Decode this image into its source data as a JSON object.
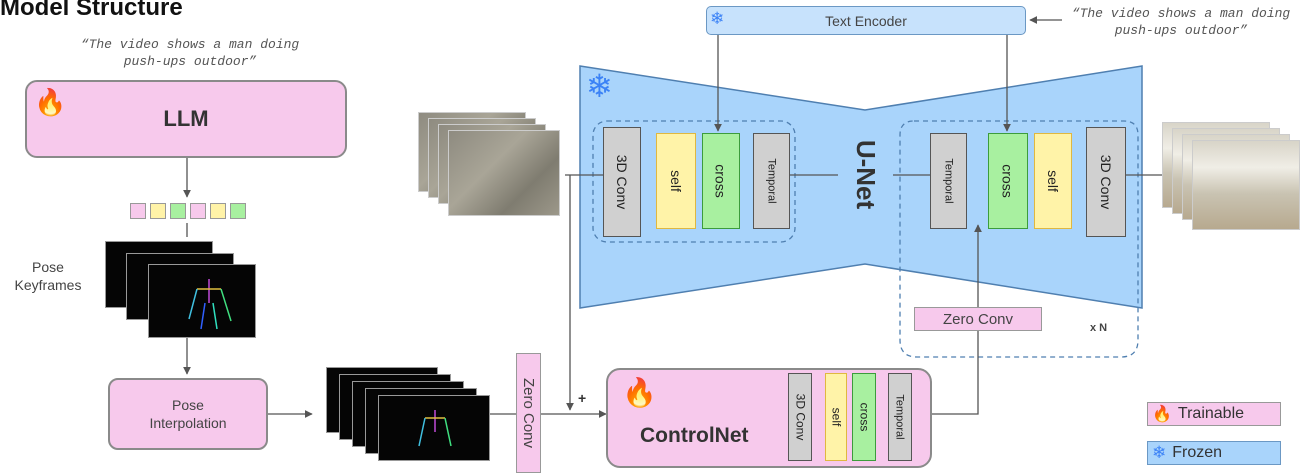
{
  "title": "Model Structure",
  "prompt_left": "“The video shows a man doing push-ups outdoor”",
  "prompt_right": "“The video shows a man doing push-ups outdoor”",
  "llm": {
    "label": "LLM"
  },
  "token_colors": [
    "#f7c9ec",
    "#fff3a8",
    "#a8f0a0",
    "#f7c9ec",
    "#fff3a8",
    "#a8f0a0"
  ],
  "pose_keyframes": "Pose Keyframes",
  "pose_interp": "Pose Interpolation",
  "text_encoder": "Text Encoder",
  "unet": {
    "label": "U-Net",
    "down_blocks": [
      "3D Conv",
      "self",
      "cross",
      "Temporal"
    ],
    "up_blocks": [
      "Temporal",
      "cross",
      "self",
      "3D Conv"
    ],
    "repeat": "x N"
  },
  "zero_conv_top": "Zero Conv",
  "zero_conv_side": "Zero Conv",
  "plus": "+",
  "controlnet": {
    "label": "ControlNet",
    "blocks": [
      "3D Conv",
      "self",
      "cross",
      "Temporal"
    ]
  },
  "legend": {
    "trainable": "Trainable",
    "frozen": "Frozen"
  },
  "colors": {
    "pink": "#f7c9ec",
    "blue": "#a9d4fb",
    "yellow": "#fff3a8",
    "green": "#a8f0a0",
    "gray": "#d0d0d0"
  }
}
